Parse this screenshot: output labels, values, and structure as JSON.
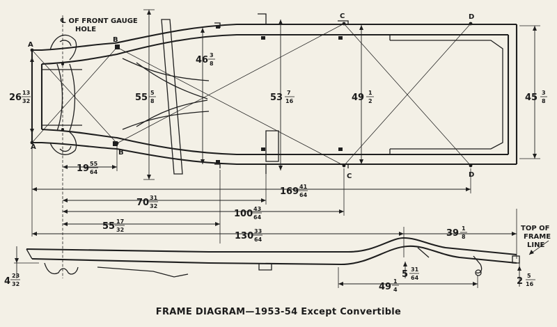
{
  "caption": {
    "main": "FRAME DIAGRAM—1953-54",
    "sub": "Except Convertible"
  },
  "notes": {
    "front_gauge_1": "℄ OF FRONT GAUGE",
    "front_gauge_2": "HOLE",
    "top_frame_1": "TOP OF",
    "top_frame_2": "FRAME",
    "top_frame_3": "LINE"
  },
  "points": {
    "a_top": "A",
    "a_bot": "A",
    "b_top": "B",
    "b_bot": "B",
    "c_top": "C",
    "c_bot": "C",
    "d_top": "D",
    "d_bot": "D"
  },
  "dims": {
    "d26": {
      "whole": "26",
      "num": "13",
      "den": "32"
    },
    "d55_5": {
      "whole": "55",
      "num": "5",
      "den": "8"
    },
    "d46": {
      "whole": "46",
      "num": "3",
      "den": "8"
    },
    "d53": {
      "whole": "53",
      "num": "7",
      "den": "16"
    },
    "d49_half": {
      "whole": "49",
      "num": "1",
      "den": "2"
    },
    "d45": {
      "whole": "45",
      "num": "3",
      "den": "8"
    },
    "d19": {
      "whole": "19",
      "num": "55",
      "den": "64"
    },
    "d169": {
      "whole": "169",
      "num": "41",
      "den": "64"
    },
    "d70": {
      "whole": "70",
      "num": "31",
      "den": "32"
    },
    "d100": {
      "whole": "100",
      "num": "43",
      "den": "64"
    },
    "d55_17": {
      "whole": "55",
      "num": "17",
      "den": "32"
    },
    "d130": {
      "whole": "130",
      "num": "33",
      "den": "64"
    },
    "d39": {
      "whole": "39",
      "num": "1",
      "den": "8"
    },
    "d4": {
      "whole": "4",
      "num": "23",
      "den": "32"
    },
    "d5": {
      "whole": "5",
      "num": "31",
      "den": "64"
    },
    "d49_quarter": {
      "whole": "49",
      "num": "1",
      "den": "4"
    },
    "d2": {
      "whole": "2",
      "num": "5",
      "den": "16"
    }
  }
}
